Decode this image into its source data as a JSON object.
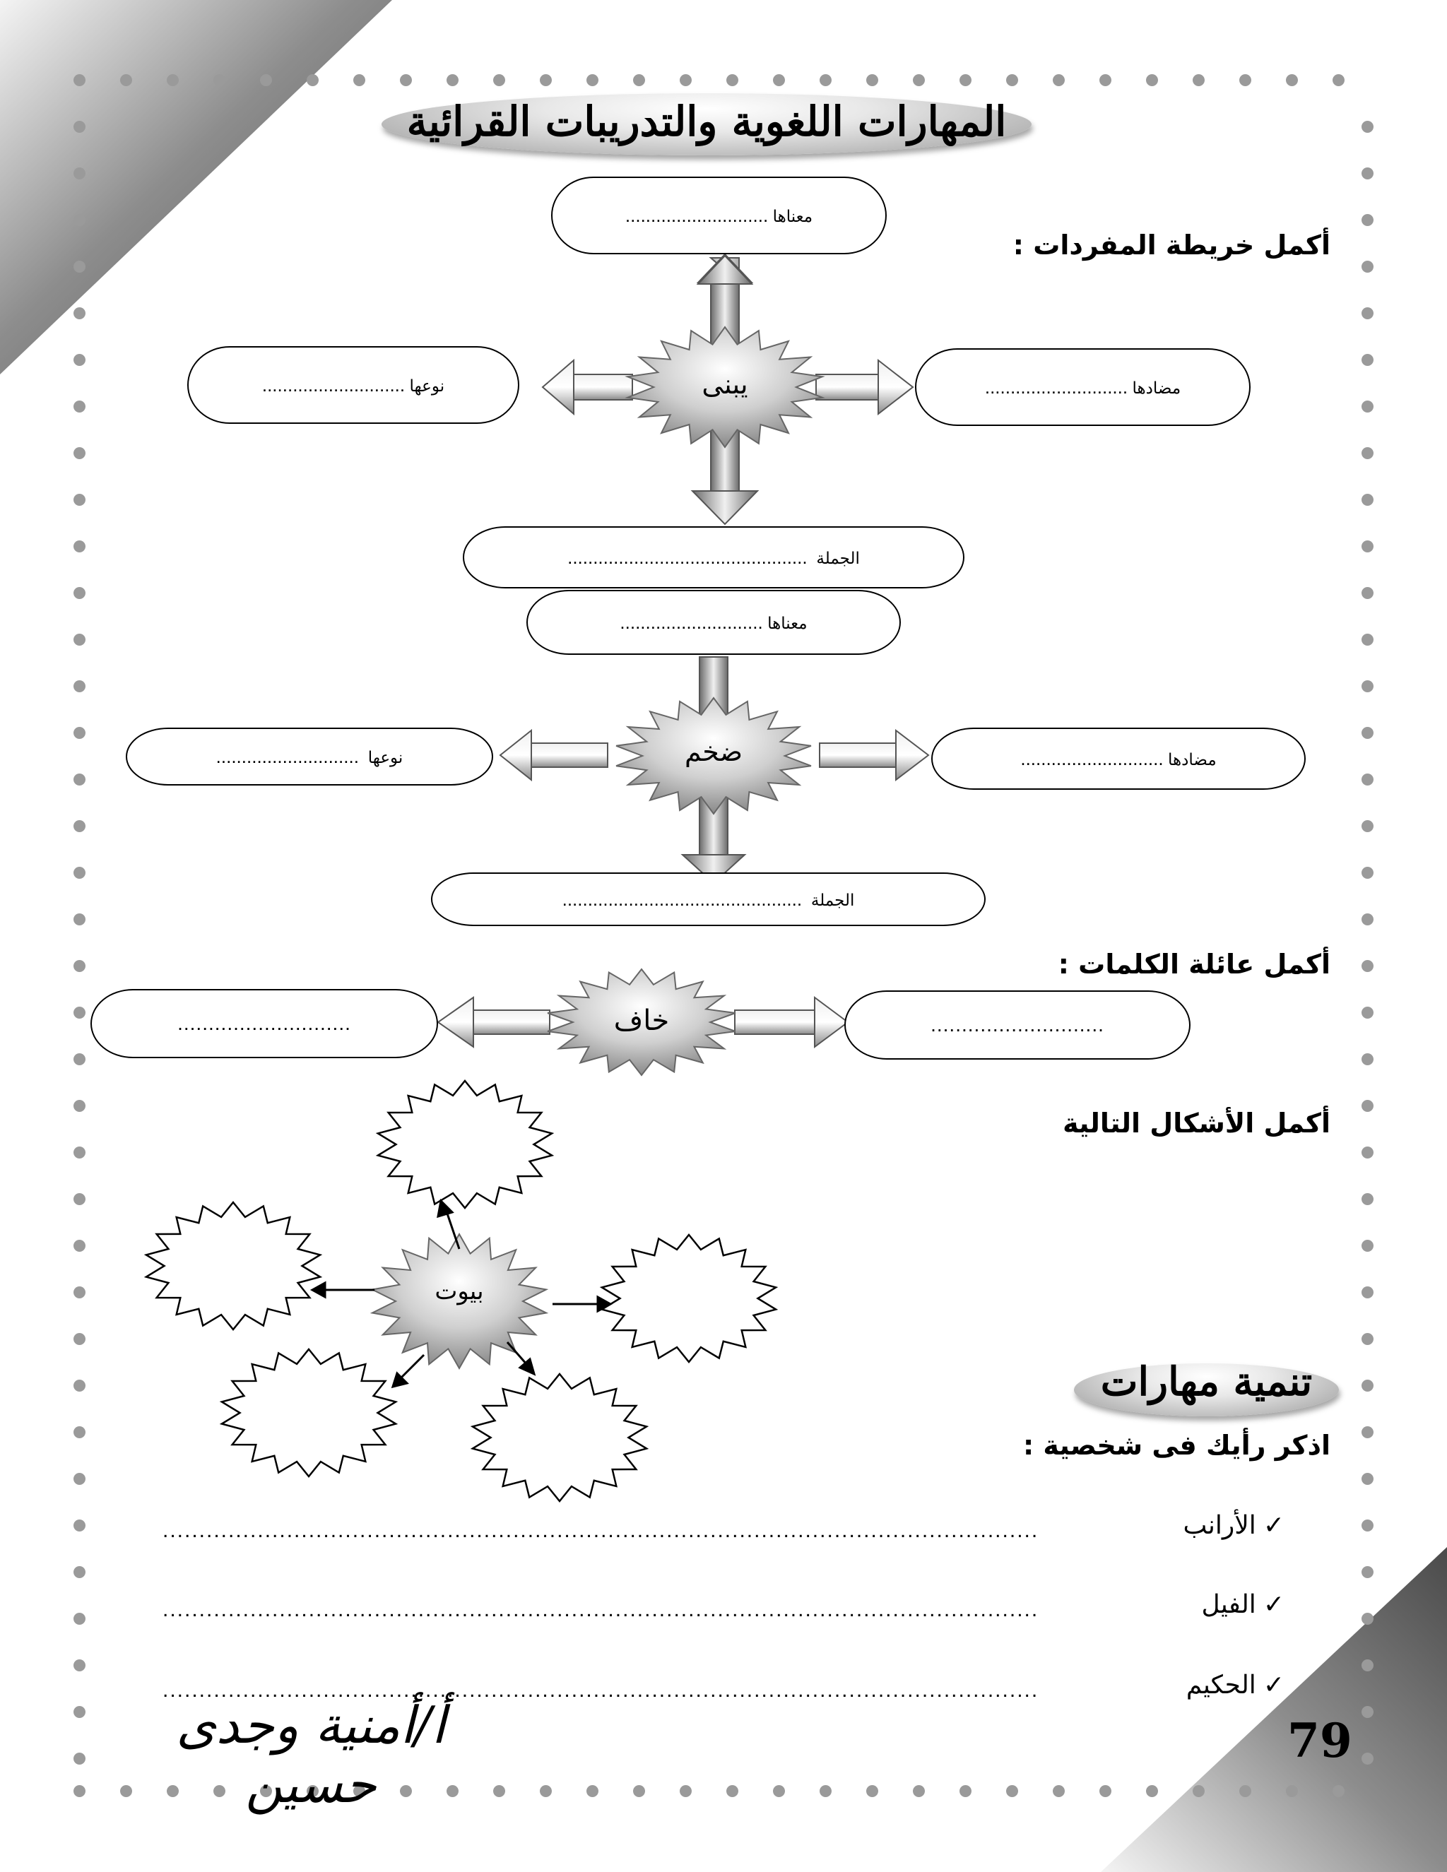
{
  "header": {
    "title": "المهارات اللغوية والتدريبات القرائية"
  },
  "vocab_map": {
    "heading": "أكمل خريطة المفردات :",
    "maps": [
      {
        "word": "يبنى",
        "meaning_label": "معناها",
        "opposite_label": "مضادها",
        "plural_label": "نوعها",
        "sentence_label": "الجملة",
        "meaning_dots": "............................",
        "opposite_dots": "............................",
        "plural_dots": "............................",
        "sentence_dots": "..............................................."
      },
      {
        "word": "ضخم",
        "meaning_label": "معناها",
        "opposite_label": "مضادها",
        "plural_label": "نوعها",
        "sentence_label": "الجملة",
        "meaning_dots": "............................",
        "opposite_dots": "............................",
        "plural_dots": "............................",
        "sentence_dots": "..............................................."
      }
    ]
  },
  "word_family": {
    "heading": "أكمل عائلة الكلمات :",
    "word": "خاف",
    "left_dots": "............................",
    "right_dots": "............................"
  },
  "shapes": {
    "heading": "أكمل الأشكال التالية",
    "center_word": "بيوت"
  },
  "skills": {
    "banner": "تنمية مهارات",
    "prompt": "اذكر رأيك فى شخصية :",
    "items": [
      {
        "check": "✓",
        "label": "الأرانب"
      },
      {
        "check": "✓",
        "label": "الفيل"
      },
      {
        "check": "✓",
        "label": "الحكيم"
      }
    ],
    "answer_dots": "........................................................................................................................"
  },
  "footer": {
    "author": "أ/أمنية وجدى حسين",
    "page_number": "79"
  }
}
